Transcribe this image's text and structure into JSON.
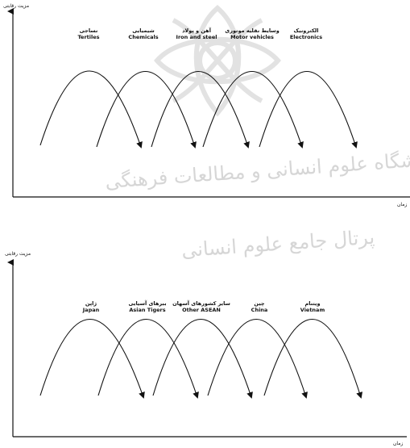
{
  "watermark": {
    "line1": "پژوهشگاه علوم انسانی و مطالعات فرهنگی",
    "line2": "پرتال جامع علوم انسانی"
  },
  "diagrams": [
    {
      "y_axis": "مزیت رقابتی",
      "x_axis": "زمان",
      "stages": [
        {
          "fa": "نساجی",
          "en": "Tertiles"
        },
        {
          "fa": "شیمیایی",
          "en": "Chemicals"
        },
        {
          "fa": "آهن و پولاد",
          "en": "Iron and steel"
        },
        {
          "fa": "وسایط نقلیه موتوری",
          "en": "Motor vehicles"
        },
        {
          "fa": "الکترونیک",
          "en": "Electronics"
        }
      ]
    },
    {
      "y_axis": "مزیت رقابتی",
      "x_axis": "زمان",
      "stages": [
        {
          "fa": "ژاپن",
          "en": "Japan"
        },
        {
          "fa": "ببرهای آسیایی",
          "en": "Asian Tigers"
        },
        {
          "fa": "سایر کشورهای آسهان",
          "en": "Other ASEAN"
        },
        {
          "fa": "چین",
          "en": "China"
        },
        {
          "fa": "ویتنام",
          "en": "Vietnam"
        }
      ]
    }
  ]
}
